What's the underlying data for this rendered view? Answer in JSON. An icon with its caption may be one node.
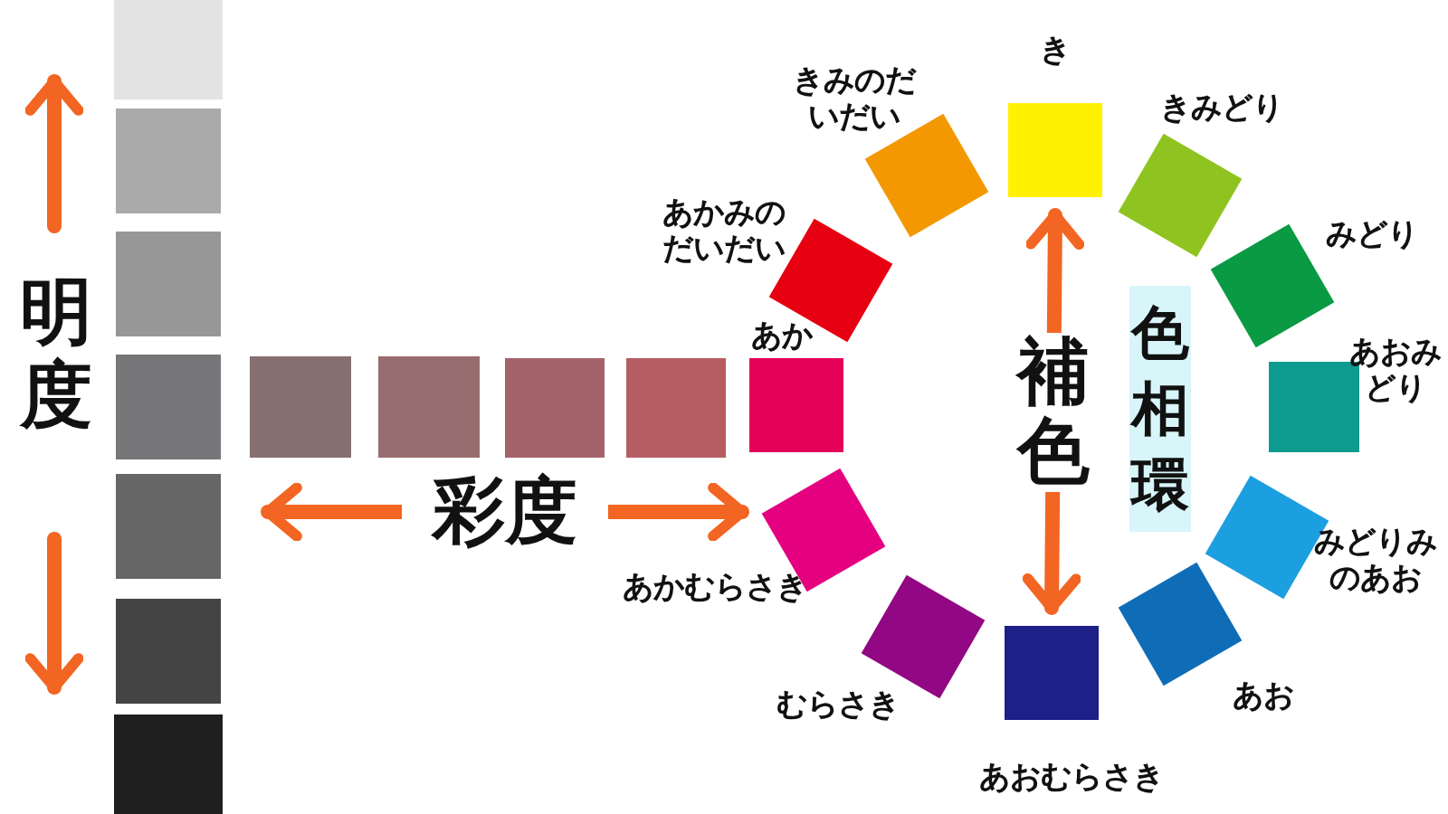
{
  "diagram": {
    "nodes": [
      {
        "text": [],
        "shape": "box"
      },
      {
        "text": [],
        "shape": "box"
      },
      {
        "text": [],
        "shape": "box"
      },
      {
        "text": [],
        "shape": "box"
      },
      {
        "text": [],
        "shape": "box"
      },
      {
        "text": [],
        "shape": "box"
      },
      {
        "text": [],
        "shape": "box"
      },
      {
        "text": [],
        "shape": "box"
      },
      {
        "text": [],
        "shape": "box"
      },
      {
        "text": [],
        "shape": "box"
      },
      {
        "text": [],
        "shape": "box"
      },
      {
        "text": [],
        "shape": "box",
        "beside": [
          "き"
        ]
      },
      {
        "text": [],
        "shape": "box",
        "beside": [
          "きみどり"
        ]
      },
      {
        "text": [],
        "shape": "box",
        "beside": [
          "みどり"
        ]
      },
      {
        "text": [],
        "shape": "box",
        "beside": [
          "あおみどり"
        ]
      },
      {
        "text": [],
        "shape": "box",
        "beside": [
          "みどりみのあお"
        ]
      },
      {
        "text": [],
        "shape": "box",
        "beside": [
          "あお"
        ]
      },
      {
        "text": [],
        "shape": "box",
        "beside": [
          "あおむらさき"
        ]
      },
      {
        "text": [],
        "shape": "box",
        "beside": [
          "むらさき"
        ]
      },
      {
        "text": [],
        "shape": "box",
        "beside": [
          "あかむらさき"
        ]
      },
      {
        "text": [],
        "shape": "box",
        "beside": [
          "あか"
        ]
      },
      {
        "text": [],
        "shape": "box",
        "beside": [
          "あかみのだいだい"
        ]
      },
      {
        "text": [],
        "shape": "box",
        "beside": [
          "きみのだいだい"
        ]
      },
      {
        "text": [
          "色相環"
        ]
      }
    ],
    "edges": [
      {
        "from": 11,
        "to": 17,
        "arrow": "both",
        "label": "補色"
      }
    ],
    "labels": [
      "明度",
      "彩度"
    ]
  }
}
